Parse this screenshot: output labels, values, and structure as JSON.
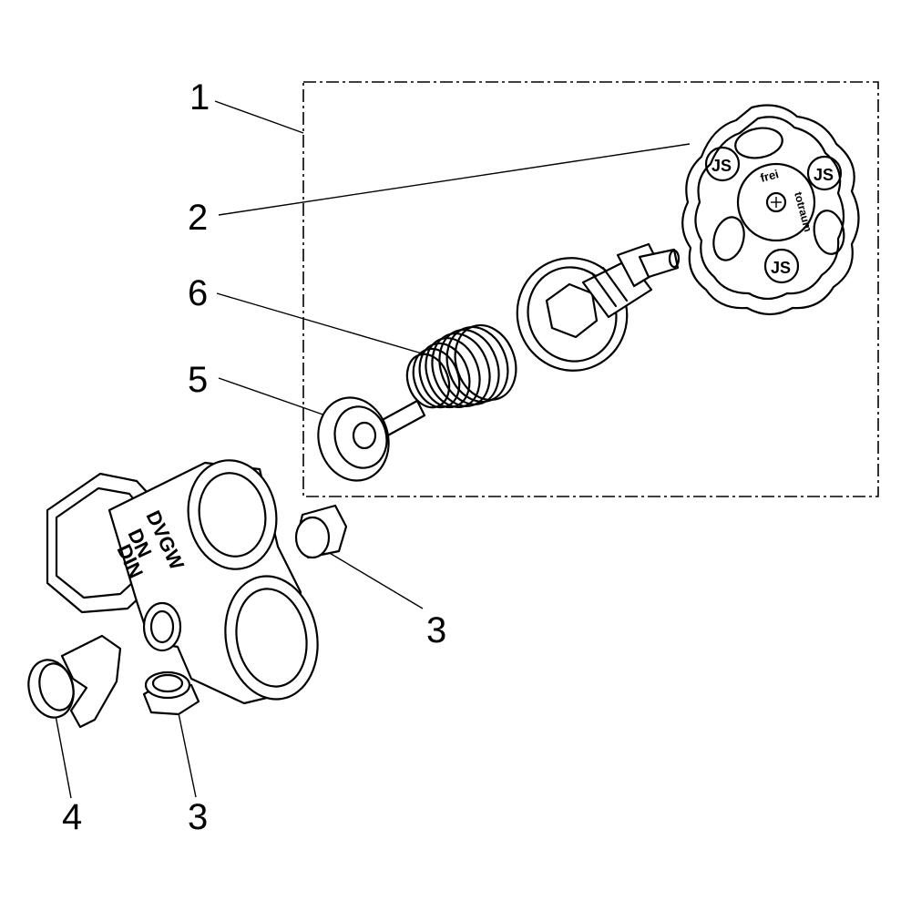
{
  "callouts": {
    "c1": "1",
    "c2": "2",
    "c3a": "3",
    "c3b": "3",
    "c4": "4",
    "c5": "5",
    "c6": "6"
  },
  "handwheel_text": {
    "line1": "frei",
    "line2": "totraum",
    "logo": "JS"
  },
  "body_text": {
    "l1": "DVGW",
    "l2": "DN",
    "l3": "DIN"
  },
  "colors": {
    "line": "#000000",
    "background": "#ffffff"
  },
  "style": "line-art exploded view"
}
